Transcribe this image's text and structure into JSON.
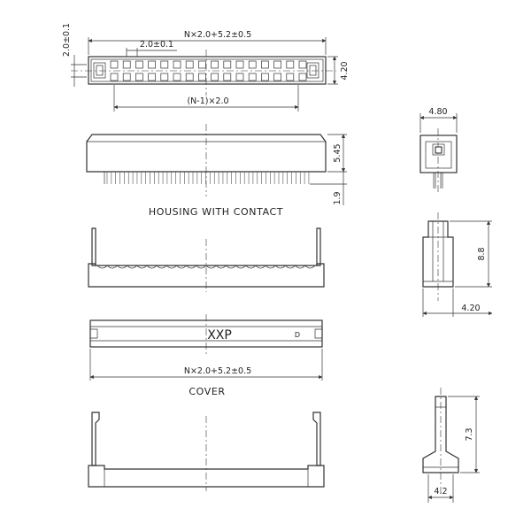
{
  "title_labels": {
    "housing": "HOUSING WITH CONTACT",
    "cover": "COVER"
  },
  "dimensions": {
    "overall_length_top": "N×2.0+5.2±0.5",
    "pitch_top": "2.0±0.1",
    "row_pitch": "2.0±0.1",
    "height_top": "4.20",
    "span": "(N-1)×2.0",
    "housing_height": "5.45",
    "pin_length": "1.9",
    "side_width": "4.80",
    "side_height_2": "8.8",
    "side_width_2": "4.20",
    "cover_length": "N×2.0+5.2±0.5",
    "side_height_3": "7.3",
    "side_width_3": "4.2"
  },
  "markings": {
    "brand": "XXP",
    "pin_mark": "D"
  },
  "colors": {
    "line": "#333333",
    "background": "#ffffff"
  }
}
